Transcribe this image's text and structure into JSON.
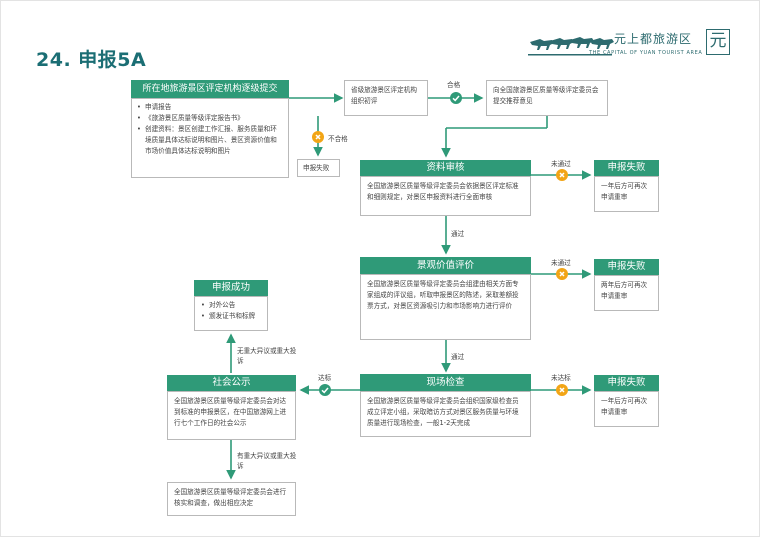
{
  "page": {
    "title": "24. 申报5A"
  },
  "logo": {
    "name_cn": "元上都旅游区",
    "name_en": "THE CAPITAL OF YUAN TOURIST AREA",
    "seal": "元"
  },
  "steps": {
    "submit": {
      "header": "所在地旅游景区评定机构逐级提交",
      "items": [
        "申请报告",
        "《旅游景区质量等级评定报告书》",
        "创建资料：景区创建工作汇报、服务质量和环境质量具体达标说明和图片、景区资源价值和市场价值具体达标说明和图片"
      ]
    },
    "provincial": {
      "text": "省级旅游景区评定机构组织初评"
    },
    "recommend": {
      "text": "向全国旅游景区质量等级评定委员会提交推荐意见"
    },
    "fail_initial": {
      "text": "申报失败"
    },
    "material_review": {
      "header": "资料审核",
      "text": "全国旅游景区质量等级评定委员会依据景区评定标准和细则规定，对景区申报资料进行全面审核"
    },
    "landscape_eval": {
      "header": "景观价值评价",
      "text": "全国旅游景区质量等级评定委员会组建由相关方面专家组成的评议组，听取申报景区的陈述，采取差额投票方式，对景区资源吸引力和市场影响力进行评价"
    },
    "site_inspection": {
      "header": "现场检查",
      "text": "全国旅游景区质量等级评定委员会组织国家级检查员成立评定小组，采取暗访方式对景区服务质量与环境质量进行现场检查，一般1-2天完成"
    },
    "public_notice": {
      "header": "社会公示",
      "text": "全国旅游景区质量等级评定委员会对达到标准的申报景区，在中国旅游网上进行七个工作日的社会公示"
    },
    "success": {
      "header": "申报成功",
      "items": [
        "对外公告",
        "颁发证书和标牌"
      ]
    },
    "verify": {
      "text": "全国旅游景区质量等级评定委员会进行核实和调查，做出相应决定"
    },
    "fail_material": {
      "header": "申报失败",
      "text": "一年后方可再次申请重审"
    },
    "fail_landscape": {
      "header": "申报失败",
      "text": "两年后方可再次申请重审"
    },
    "fail_site": {
      "header": "申报失败",
      "text": "一年后方可再次申请重审"
    }
  },
  "labels": {
    "pass": "合格",
    "fail": "不合格",
    "not_pass": "未通过",
    "passed": "通过",
    "not_standard": "未达标",
    "standard": "达标",
    "no_objection": "无重大异议或重大投诉",
    "has_objection": "有重大异议或重大投诉"
  },
  "colors": {
    "accent": "#2f9a78",
    "title": "#1b6e74",
    "warning": "#f2a516"
  }
}
